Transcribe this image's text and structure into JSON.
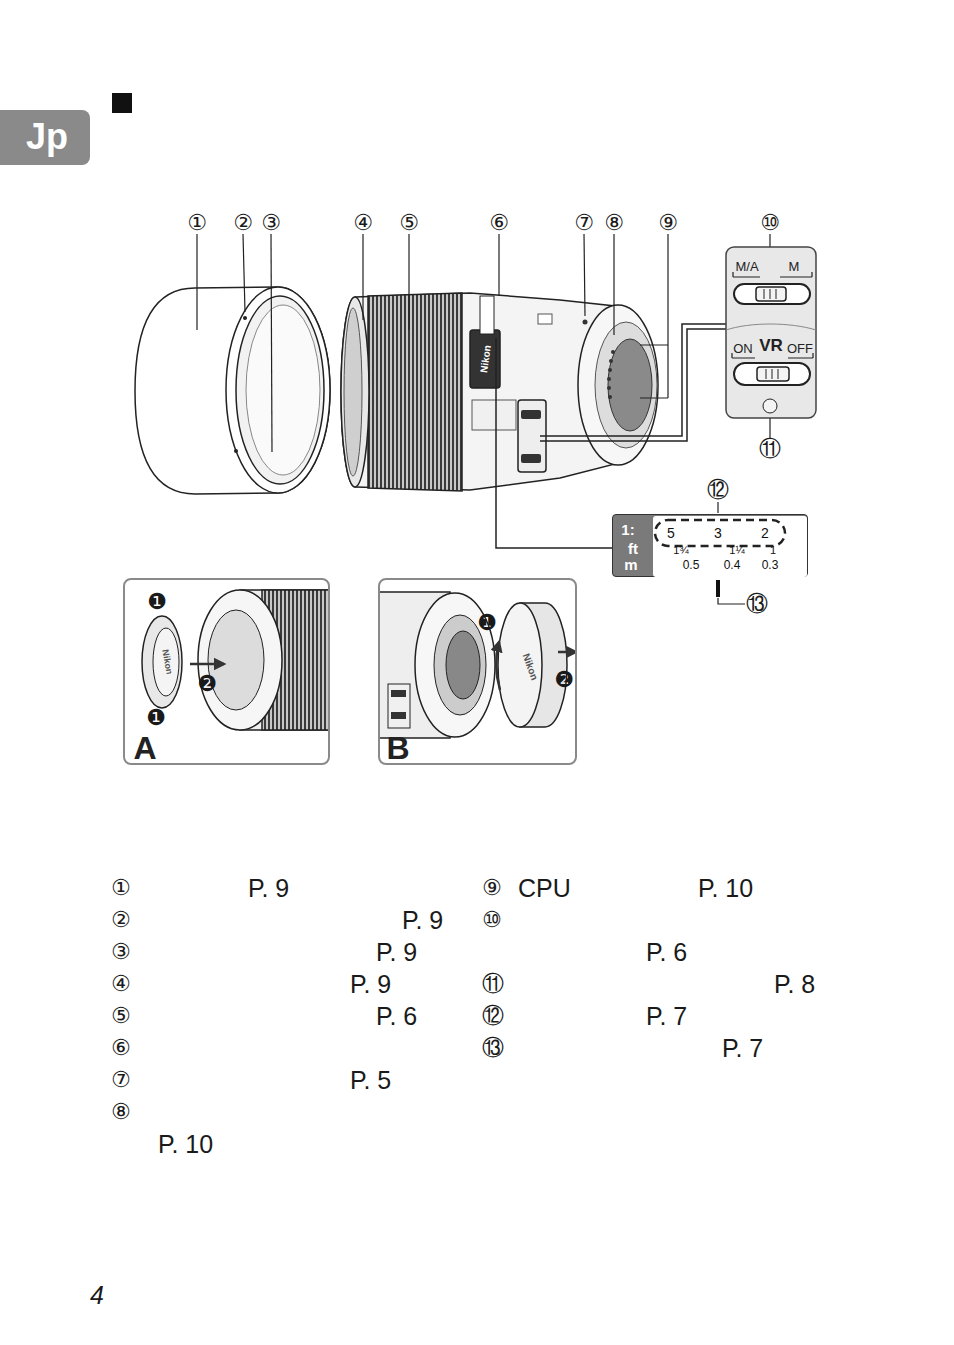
{
  "diagram": {
    "nodes": [
      {
        "text": [
          "Jp"
        ]
      },
      {
        "text": [
          "M/A",
          "M",
          "ON",
          "VR",
          "OFF"
        ]
      },
      {
        "text": [
          "1:",
          "ft",
          "m"
        ]
      },
      {
        "text": [
          "5",
          "3",
          "2",
          "1¾",
          "1¼",
          "1",
          "0.5",
          "0.4",
          "0.3"
        ],
        "in": 2
      },
      {
        "text": [
          "A"
        ]
      },
      {
        "text": [
          "B"
        ]
      }
    ],
    "labels": [
      "①",
      "②",
      "③",
      "④",
      "⑤",
      "⑥",
      "⑦",
      "⑧",
      "⑨",
      "⑩",
      "⑪",
      "⑫",
      "⑬",
      "❶",
      "❷",
      "❶",
      "❶",
      "❷",
      "Nikon",
      "Nikon",
      "Nikon",
      "①",
      "P. 9",
      "②",
      "P. 9",
      "③",
      "P. 9",
      "④",
      "P. 9",
      "⑤",
      "P. 6",
      "⑥",
      "⑦",
      "P. 5",
      "⑧",
      "P. 10",
      "⑨",
      "CPU",
      "P. 10",
      "⑩",
      "P. 6",
      "⑪",
      "P. 8",
      "⑫",
      "P. 7",
      "⑬",
      "P. 7",
      "4"
    ]
  }
}
